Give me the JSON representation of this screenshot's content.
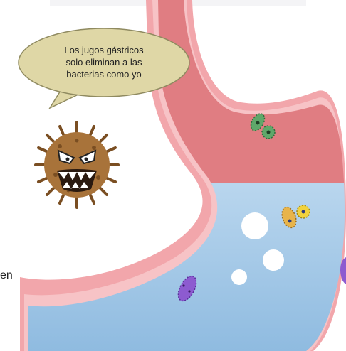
{
  "speech_bubble": {
    "line1": "Los jugos gástricos",
    "line2": "solo eliminan a las",
    "line3": "bacterias como yo"
  },
  "left_edge_fragment": "en",
  "icons": {
    "character": "bacteria-monster-icon",
    "stomach": "stomach-illustration",
    "microbes": [
      "green-bacteria-icon",
      "yellow-bacteria-icon",
      "purple-bacteria-icon"
    ]
  },
  "colors": {
    "stomach_outer": "#f2a6ab",
    "stomach_acid": "#e07d82",
    "stomach_lower": "#a9cdea",
    "monster_body": "#a8733a",
    "bubble_fill": "#dfd7a6",
    "bubble_stroke": "#8f8a60"
  }
}
